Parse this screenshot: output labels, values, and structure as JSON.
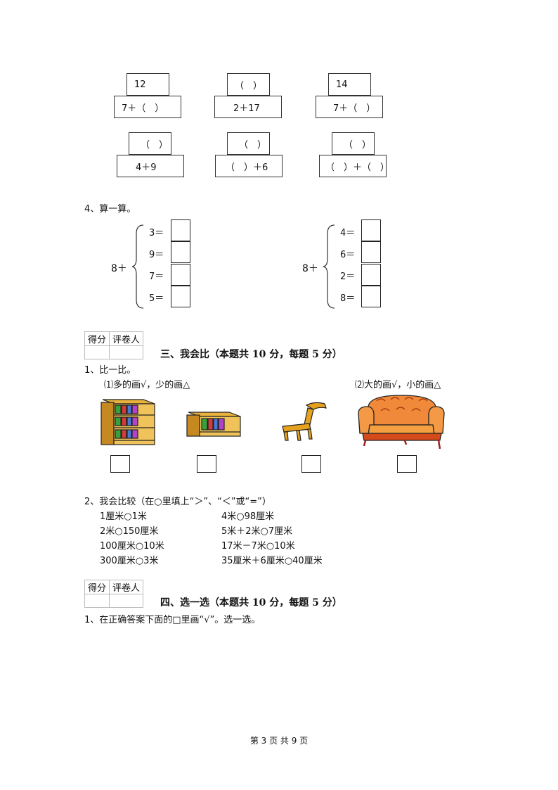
{
  "puzzles": [
    {
      "top": "12",
      "bottom": "7＋（　）"
    },
    {
      "top": "（　）",
      "bottom": "2＋17"
    },
    {
      "top": "14",
      "bottom": "7＋（　）"
    },
    {
      "top": "（　）",
      "bottom": "4＋9"
    },
    {
      "top": "（　）",
      "bottom": "（　）＋6"
    },
    {
      "top": "（　）",
      "bottom": "（　）＋（　）"
    }
  ],
  "q4": {
    "title": "4、算一算。",
    "left": {
      "prefix": "8＋",
      "items": [
        "3＝",
        "9＝",
        "7＝",
        "5＝"
      ]
    },
    "right": {
      "prefix": "8＋",
      "items": [
        "4＝",
        "6＝",
        "2＝",
        "8＝"
      ]
    }
  },
  "score": {
    "col1": "得分",
    "col2": "评卷人"
  },
  "section3": {
    "title": "三、我会比（本题共 10 分，每题 5 分）",
    "q1_title": "1、比一比。",
    "sub1": "⑴多的画√，少的画△",
    "sub2": "⑵大的画√，小的画△",
    "q2_title": "2、我会比较（在○里填上“＞”、“＜”或“=”）",
    "compare_left": [
      "1厘米○1米",
      "2米○150厘米",
      "100厘米○10米",
      "300厘米○3米"
    ],
    "compare_right": [
      "4米○98厘米",
      "5米＋2米○7厘米",
      "17米－7米○10米",
      "35厘米＋6厘米○40厘米"
    ]
  },
  "section4": {
    "title": "四、选一选（本题共 10 分，每题 5 分）",
    "q1_title": "1、在正确答案下面的□里画“√”。选一选。"
  },
  "footer": "第 3 页 共 9 页",
  "icons": [
    "bookshelf-large-icon",
    "bookshelf-small-icon",
    "chair-icon",
    "sofa-icon"
  ]
}
